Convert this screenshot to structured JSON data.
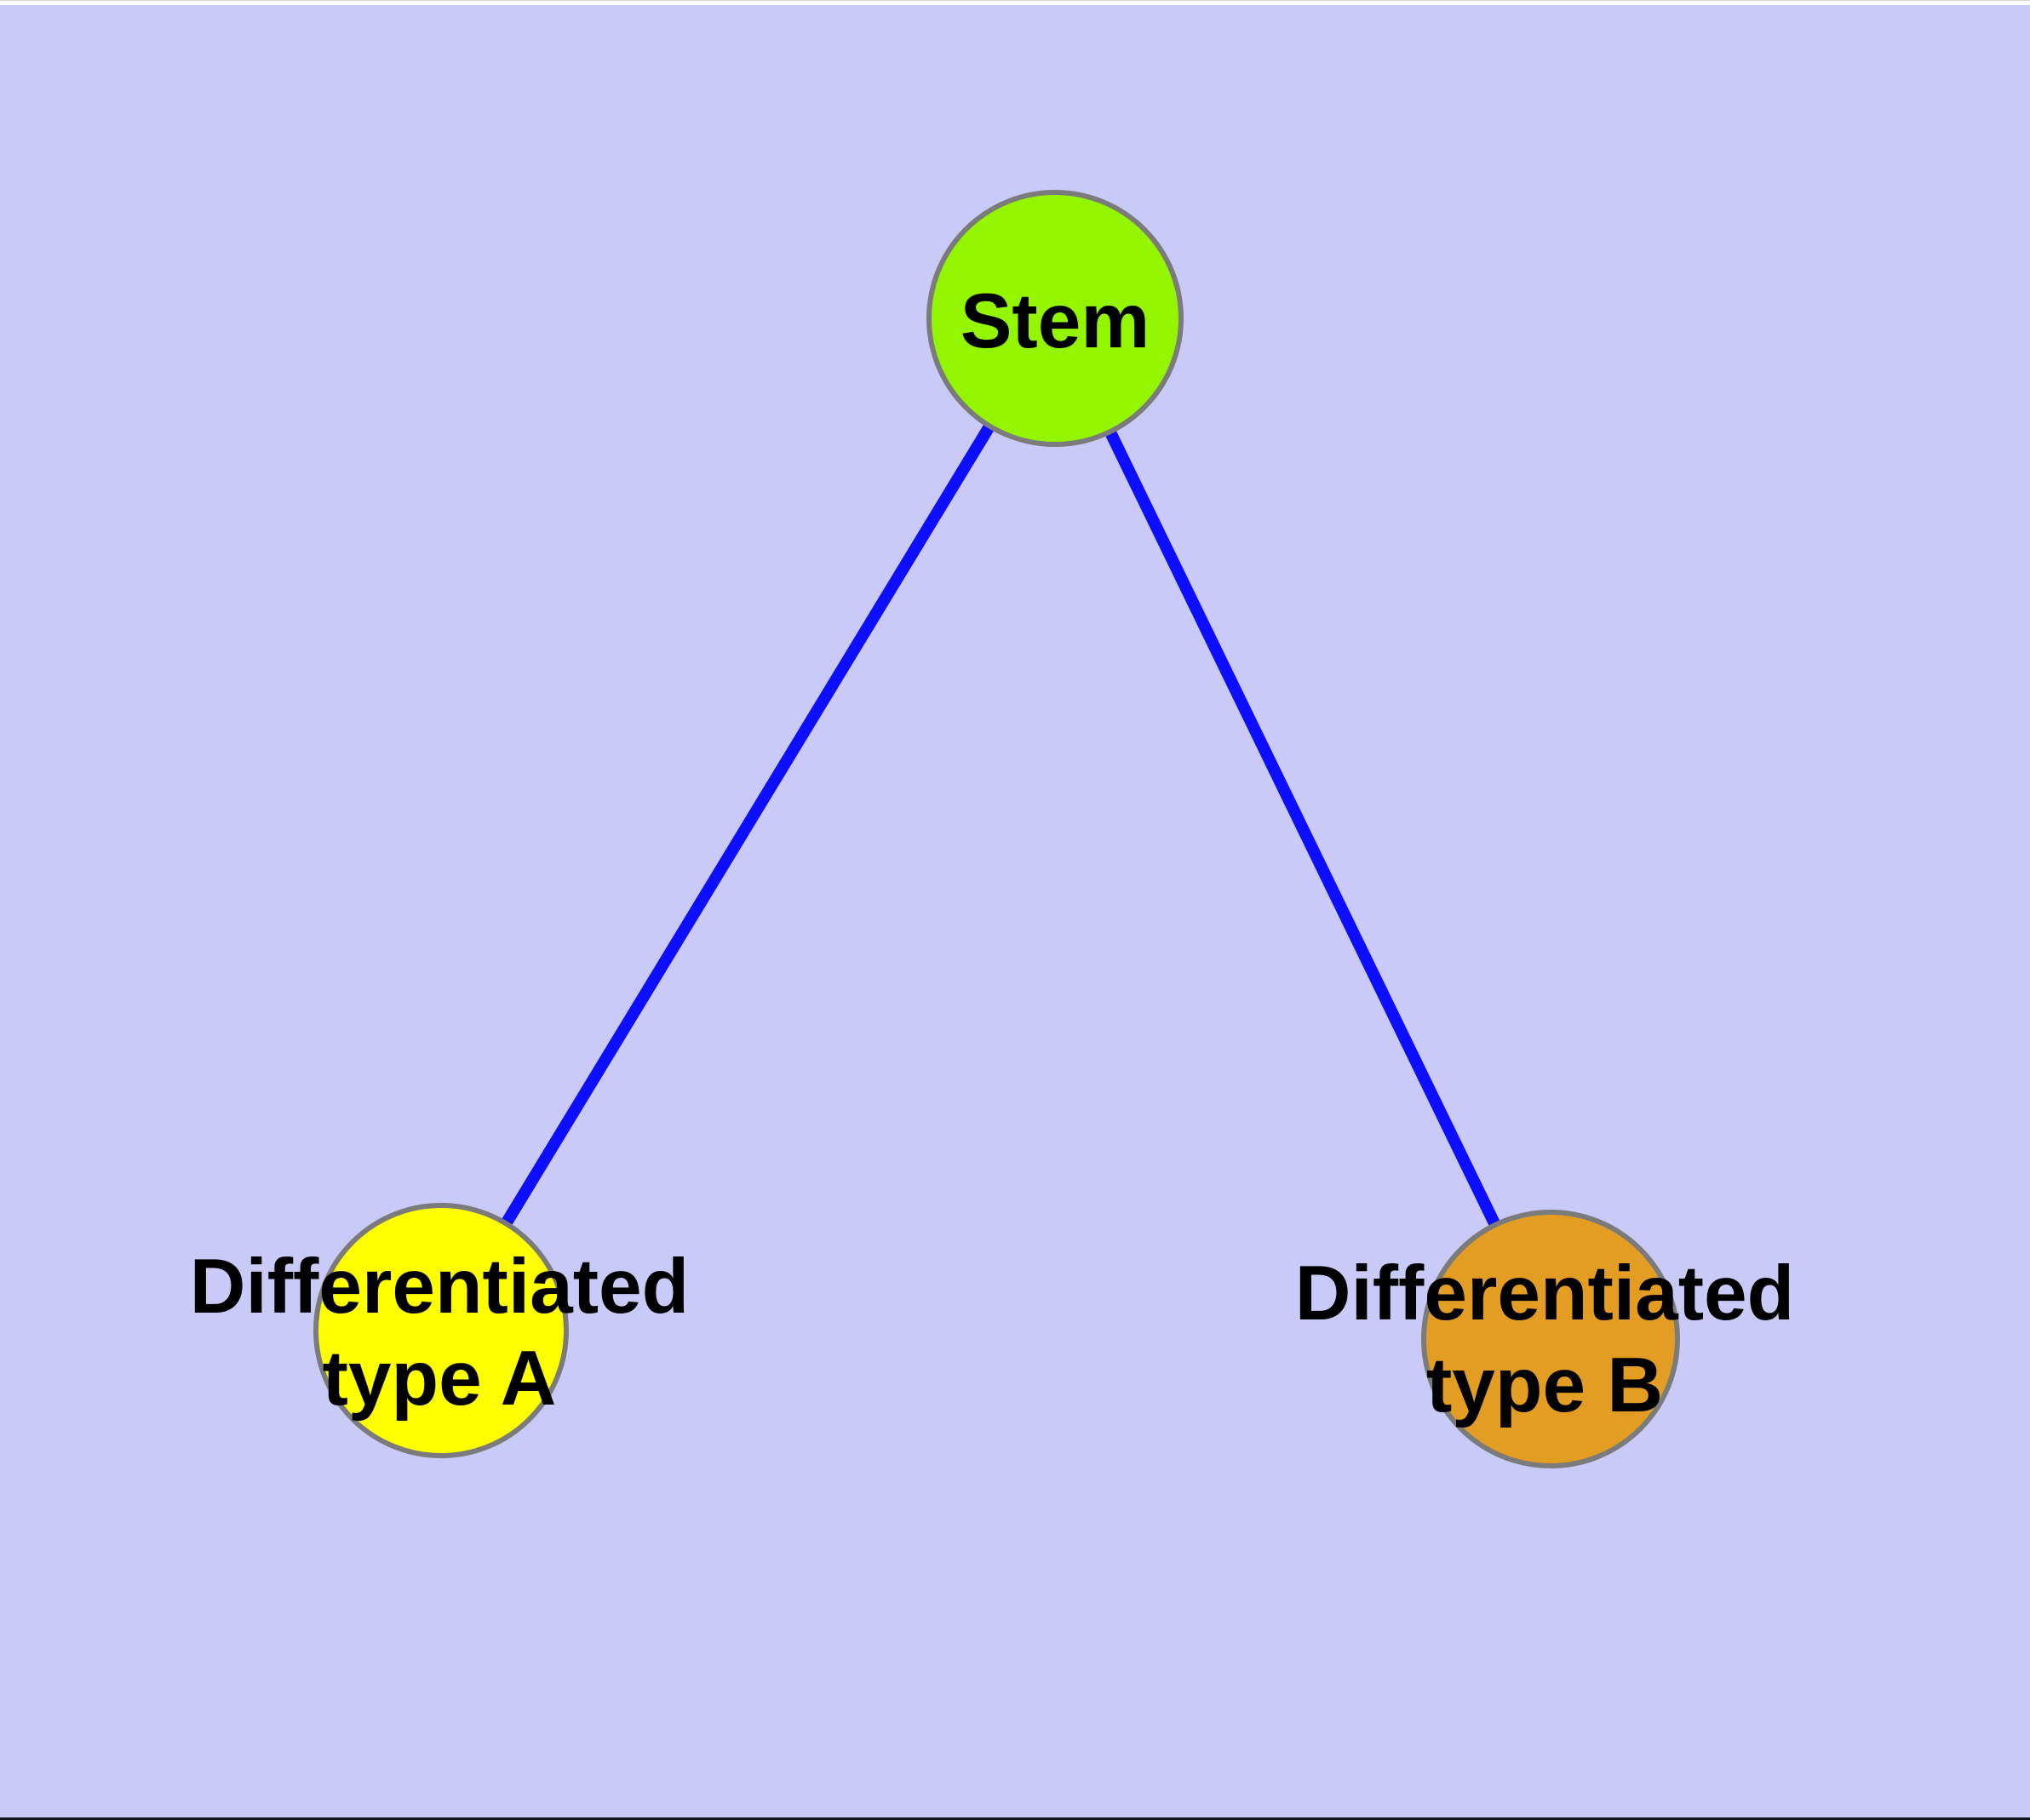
{
  "styles": {
    "background": "#CACAF8",
    "edge_color": "#0D0DFF",
    "node_border_color": "#7B7B7B",
    "text_color": "#000000",
    "top_strip_color": "#FFFFFF",
    "bottom_strip_color": "#14141C"
  },
  "nodes": [
    {
      "id": "stem",
      "label": "Stem",
      "lines": [
        "Stem"
      ],
      "color": "#94F500"
    },
    {
      "id": "type-a",
      "label": "Differentiated type A",
      "lines": [
        "Differentiated",
        "type A"
      ],
      "color": "#FFFF00"
    },
    {
      "id": "type-b",
      "label": "Differentiated type B",
      "lines": [
        "Differentiated",
        "type B"
      ],
      "color": "#E39D22"
    }
  ],
  "edges": [
    {
      "from": "stem",
      "to": "type-a"
    },
    {
      "from": "stem",
      "to": "type-b"
    }
  ]
}
